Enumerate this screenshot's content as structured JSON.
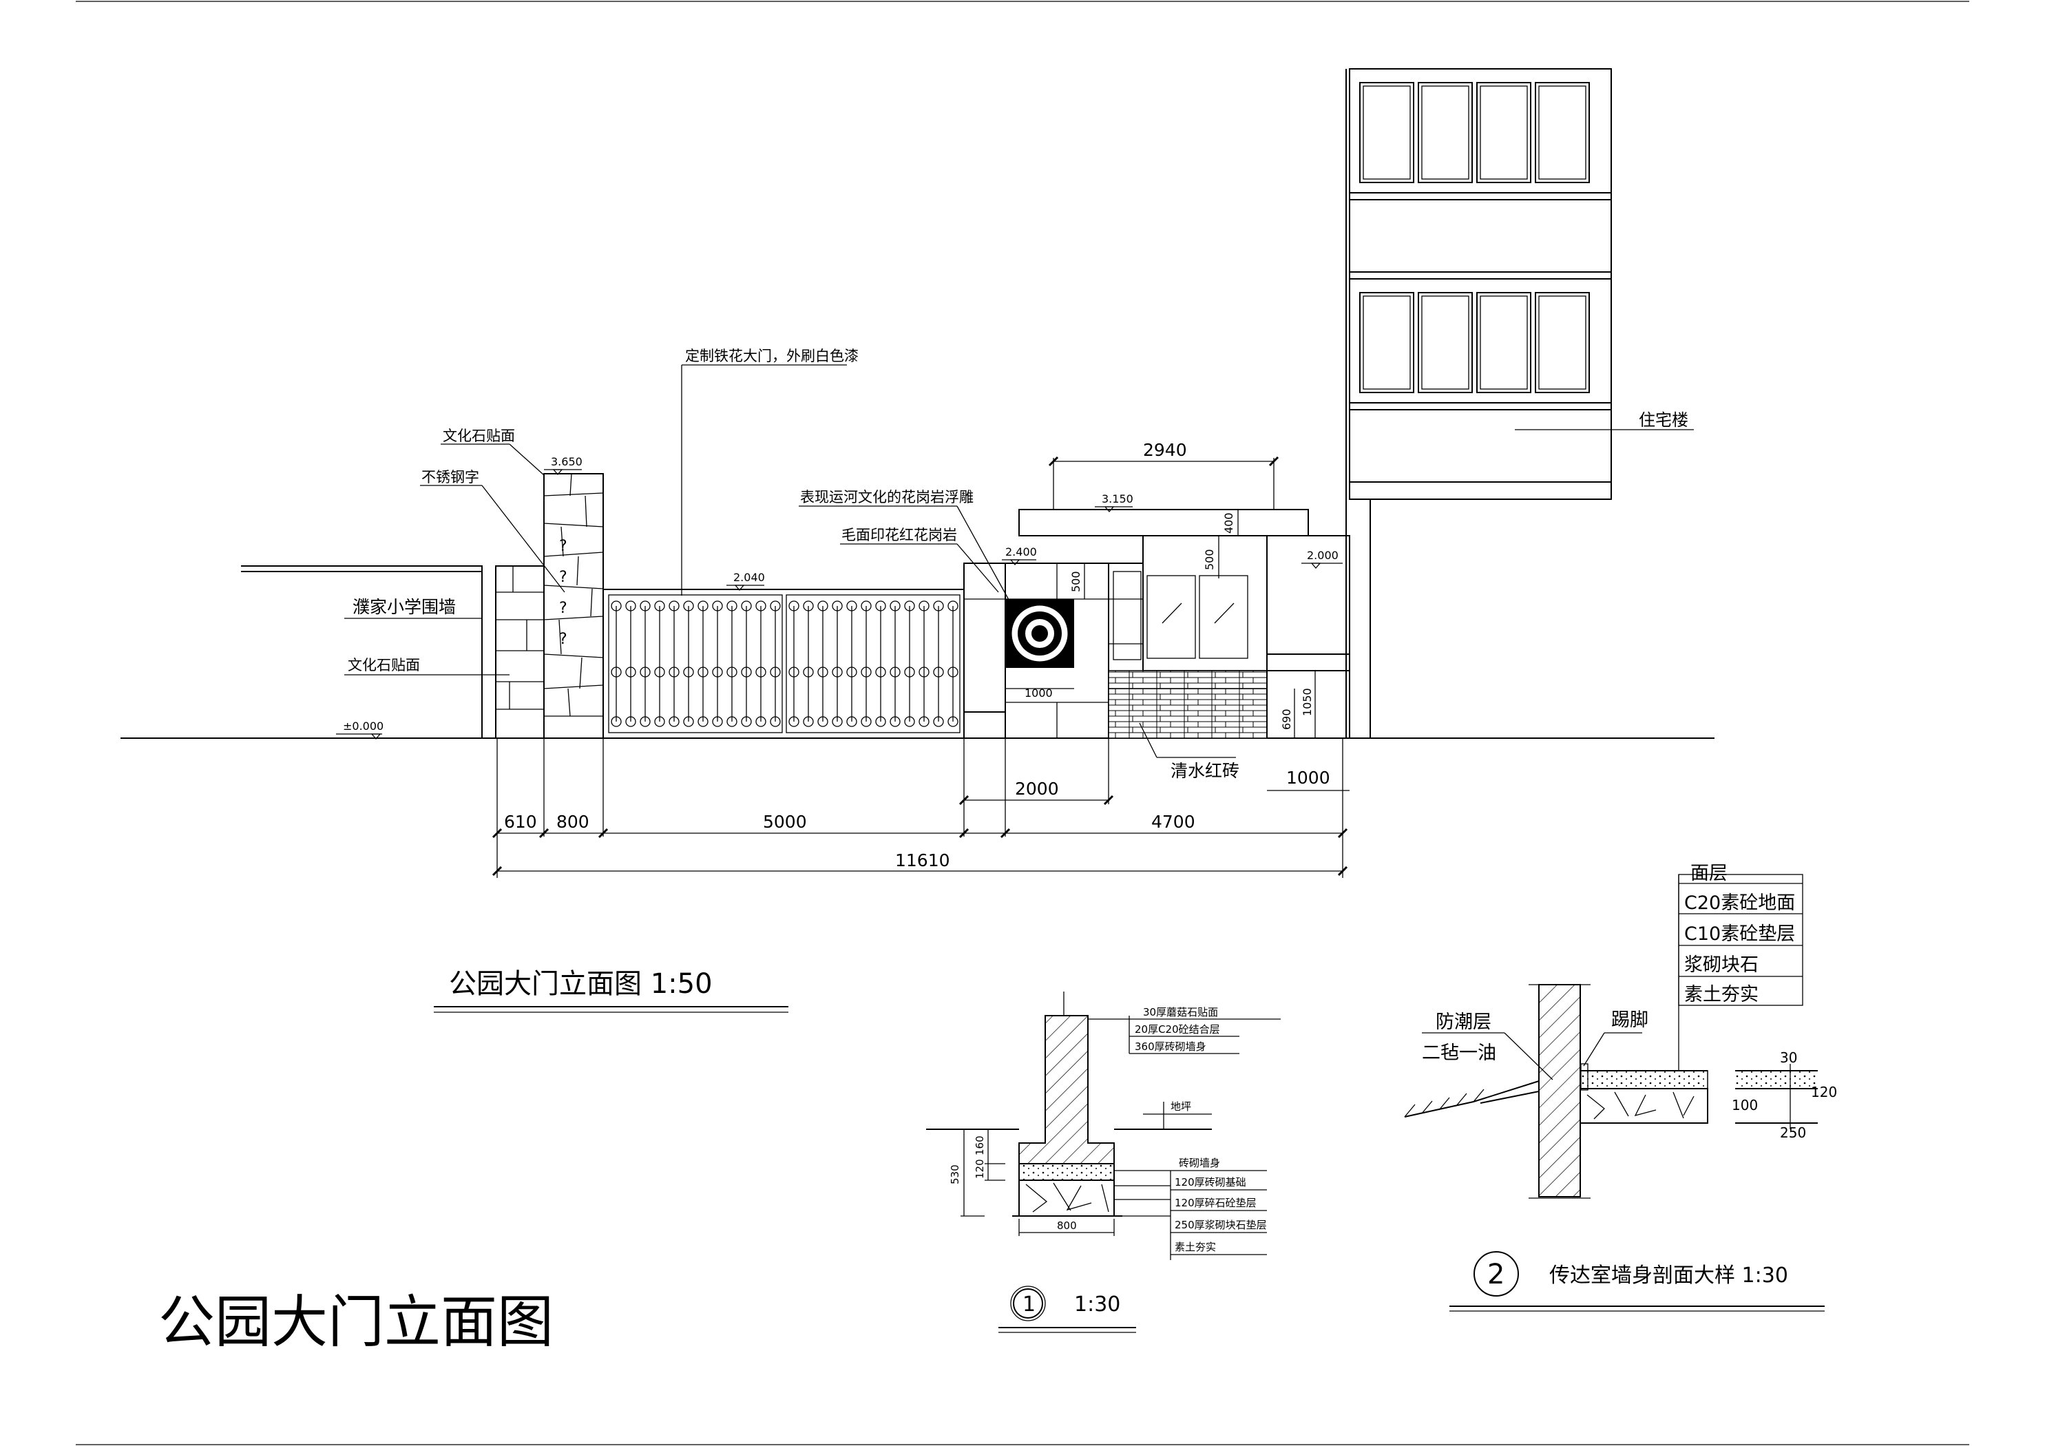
{
  "elevation": {
    "title": "公园大门立面图   1:50",
    "labels": {
      "culture_stone_top": "文化石贴面",
      "steel_letters": "不锈钢字",
      "school_wall": "濮家小学围墙",
      "culture_stone_bottom": "文化石贴面",
      "iron_gate": "定制铁花大门，外刷白色漆",
      "granite_relief": "表现运河文化的花岗岩浮雕",
      "red_granite": "毛面印花红花岗岩",
      "clear_brick": "清水红砖",
      "residential": "住宅楼"
    },
    "levels": {
      "pillar_top": "3.650",
      "gate_top": "2.040",
      "ground": "±0.000",
      "relief_top": "2.400",
      "canopy": "3.150",
      "building_wall": "2.000"
    },
    "dims": {
      "d610": "610",
      "d800": "800",
      "d5000": "5000",
      "d4700": "4700",
      "d11610": "11610",
      "d2000": "2000",
      "d1000_bottom": "1000",
      "d2940": "2940",
      "d1000_relief": "1000",
      "d500_left": "500",
      "d500_right": "500",
      "d400": "400",
      "d690": "690",
      "d1050": "1050"
    }
  },
  "detail1": {
    "layers_top": [
      "30厚蘑菇石贴面",
      "20厚C20砼结合层",
      "360厚砖砌墙身"
    ],
    "ground_label": "地坪",
    "layers_bottom": [
      "砖砌墙身",
      "120厚砖砌基础",
      "120厚碎石砼垫层",
      "250厚浆砌块石垫层",
      "素土夯实"
    ],
    "dims": {
      "d530": "530",
      "d160": "160",
      "d120": "120",
      "d800": "800"
    },
    "number": "1",
    "scale": "1:30"
  },
  "detail2": {
    "layers": [
      "面层",
      "C20素砼地面",
      "C10素砼垫层",
      "浆砌块石",
      "素土夯实"
    ],
    "damp_proof": "防潮层",
    "felt_oil": "二毡一油",
    "skirting": "踢脚",
    "dims": {
      "d30": "30",
      "d120": "120",
      "d100": "100",
      "d250": "250"
    },
    "number": "2",
    "title": "传达室墙身剖面大样   1:30"
  },
  "sheet_title": "公园大门立面图"
}
